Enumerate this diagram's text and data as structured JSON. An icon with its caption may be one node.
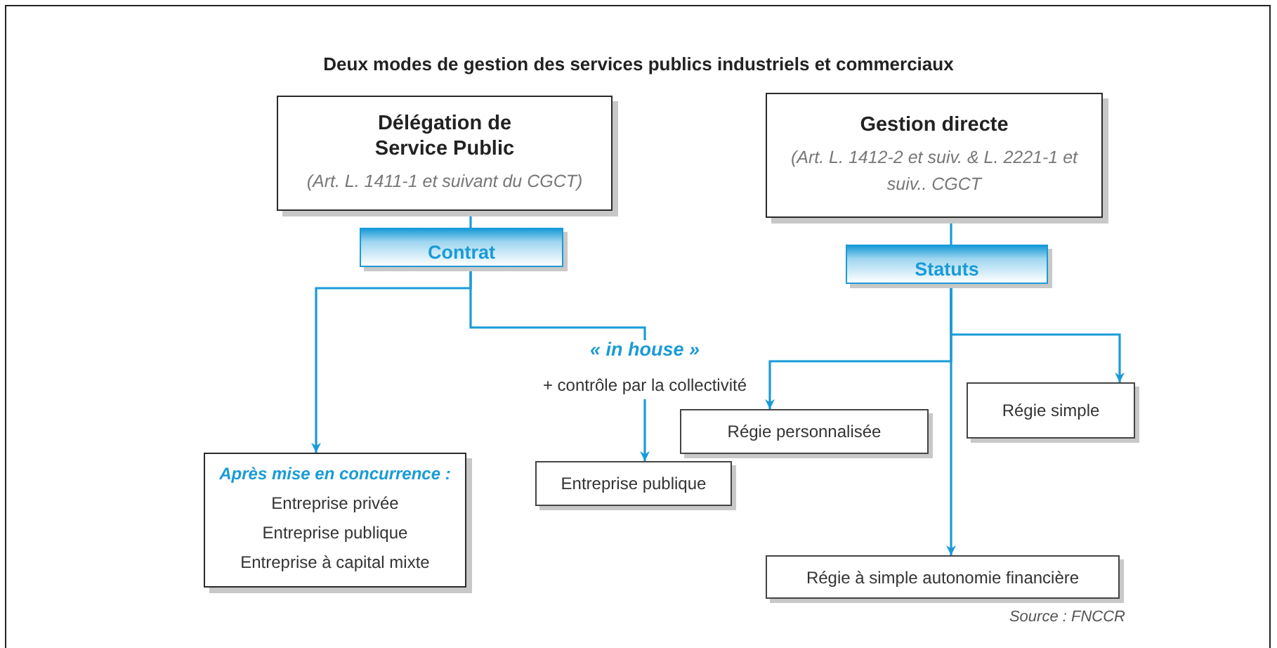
{
  "diagram": {
    "title": "Deux modes de gestion des services publics industriels et commerciaux",
    "nodes": [
      {
        "text": [
          "Délégation de Service Public",
          "(Art. L. 1411-1 et suivant du CGCT)"
        ]
      },
      {
        "text": [
          "Contrat"
        ]
      },
      {
        "text": [
          "Gestion directe",
          "(Art. L. 1412-2 et suiv. & L. 2221-1 et suiv.. CGCT"
        ]
      },
      {
        "text": [
          "Statuts"
        ]
      },
      {
        "text": [
          "« in house »",
          "+ contrôle par la collectivité"
        ]
      },
      {
        "text": [
          "Après mise en concurrence :",
          "Entreprise privée",
          "Entreprise publique",
          "Entreprise à capital mixte"
        ]
      },
      {
        "text": [
          "Régie personnalisée"
        ]
      },
      {
        "text": [
          "Régie simple"
        ]
      },
      {
        "text": [
          "Entreprise publique"
        ]
      },
      {
        "text": [
          "Régie à simple autonomie financière"
        ]
      }
    ],
    "edges": [
      {
        "from": 0,
        "to": 1,
        "arrow": "none"
      },
      {
        "from": 2,
        "to": 3,
        "arrow": "none"
      },
      {
        "from": 1,
        "to": 5,
        "arrow": "to"
      },
      {
        "from": 1,
        "to": 4,
        "arrow": "none"
      },
      {
        "from": 4,
        "to": 8,
        "arrow": "to"
      },
      {
        "from": 3,
        "to": 6,
        "arrow": "to"
      },
      {
        "from": 3,
        "to": 7,
        "arrow": "to"
      },
      {
        "from": 3,
        "to": 9,
        "arrow": "to"
      }
    ],
    "labels": [
      "Source : FNCCR"
    ]
  }
}
